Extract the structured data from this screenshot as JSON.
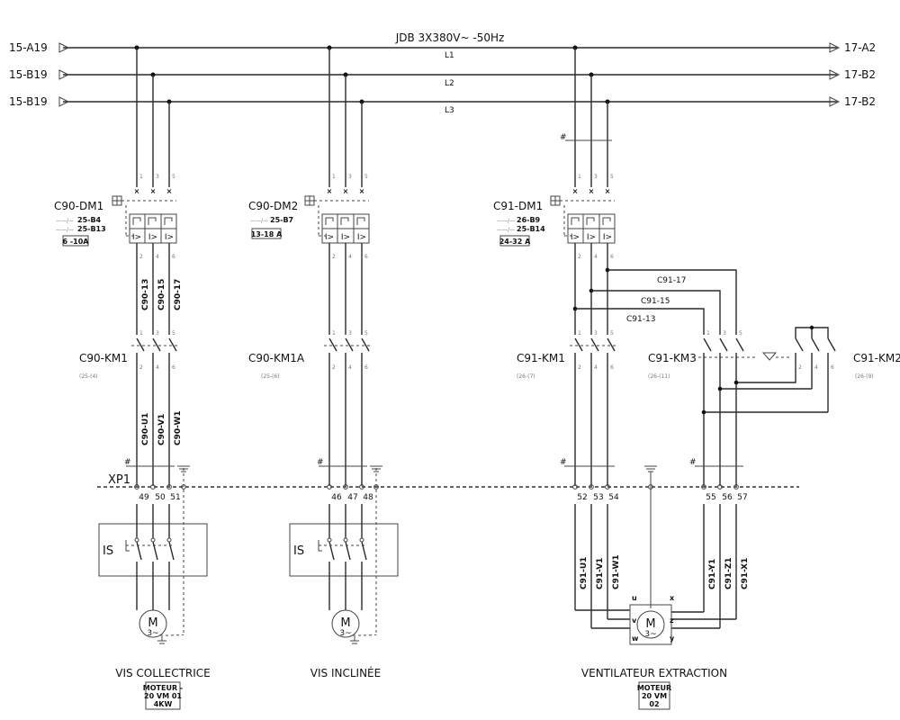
{
  "bus": {
    "header": "JDB  3X380V~ -50Hz",
    "lines": [
      {
        "left_ref": "15-A19",
        "right_ref": "17-A2",
        "phase": "L1"
      },
      {
        "left_ref": "15-B19",
        "right_ref": "17-B2",
        "phase": "L2"
      },
      {
        "left_ref": "15-B19",
        "right_ref": "17-B2",
        "phase": "L3"
      }
    ]
  },
  "breakers": [
    {
      "name": "C90-DM1",
      "refs": [
        "25-B4",
        "25-B13"
      ],
      "range": "6 -10A"
    },
    {
      "name": "C90-DM2",
      "refs": [
        "25-B7"
      ],
      "range": "13-18 A"
    },
    {
      "name": "C91-DM1",
      "refs": [
        "26-B9",
        "25-B14"
      ],
      "range": "24-32 A"
    }
  ],
  "contactors": [
    {
      "name": "C90-KM1",
      "ref": "(25-(4)"
    },
    {
      "name": "C90-KM1A",
      "ref": "(25-(6)"
    },
    {
      "name": "C91-KM1",
      "ref": "(26-(7)"
    },
    {
      "name": "C91-KM3",
      "ref": "(26-(11)"
    },
    {
      "name": "C91-KM2",
      "ref": "(26-(9)"
    }
  ],
  "cable_labels": {
    "m1_top": [
      "C90-13",
      "C90-15",
      "C90-17"
    ],
    "m1_bottom": [
      "C90-U1",
      "C90-V1",
      "C90-W1"
    ],
    "m3_cross": [
      "C91-17",
      "C91-15",
      "C91-13"
    ],
    "m3_left": [
      "C91-U1",
      "C91-V1",
      "C91-W1"
    ],
    "m3_right": [
      "C91-Y1",
      "C91-Z1",
      "C91-X1"
    ]
  },
  "terminal_strip": {
    "name": "XP1",
    "terminals": [
      "49",
      "50",
      "51",
      "46",
      "47",
      "48",
      "52",
      "53",
      "54",
      "55",
      "56",
      "57"
    ]
  },
  "isolators": [
    "IS",
    "IS"
  ],
  "motors": [
    {
      "title": "VIS COLLECTRICE",
      "symbol": "M",
      "phase": "3~",
      "tag": [
        "MOTEUR -",
        "20 VM  01",
        "4KW"
      ]
    },
    {
      "title": "VIS INCLINÉE",
      "symbol": "M",
      "phase": "3~",
      "tag": []
    },
    {
      "title": "VENTILATEUR EXTRACTION",
      "symbol": "M",
      "phase": "3~",
      "tag": [
        "MOTEUR",
        "20 VM",
        "02"
      ],
      "winding_labels": [
        "u",
        "v",
        "w",
        "x",
        "z",
        "y"
      ]
    }
  ],
  "marks": {
    "hash": "#",
    "contact": "×",
    "ol": "I>",
    "tiny": [
      "1",
      "2",
      "3",
      "4",
      "5",
      "6"
    ]
  },
  "colors": {
    "line": "#2a2a2a",
    "text": "#111111",
    "dim": "#777777",
    "background": "#ffffff"
  }
}
